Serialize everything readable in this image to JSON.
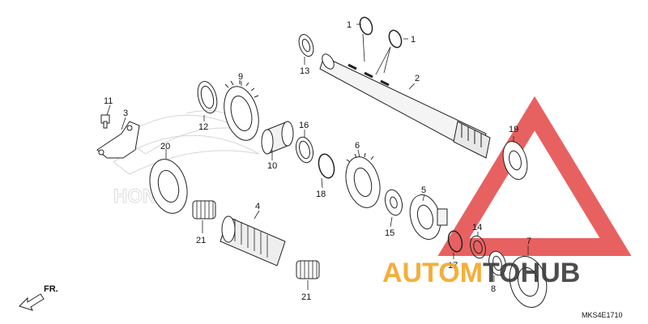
{
  "diagram": {
    "part_labels": [
      {
        "id": "p1a",
        "text": "1"
      },
      {
        "id": "p1b",
        "text": "1"
      },
      {
        "id": "p2",
        "text": "2"
      },
      {
        "id": "p3",
        "text": "3"
      },
      {
        "id": "p4",
        "text": "4"
      },
      {
        "id": "p5",
        "text": "5"
      },
      {
        "id": "p6",
        "text": "6"
      },
      {
        "id": "p7",
        "text": "7"
      },
      {
        "id": "p8",
        "text": "8"
      },
      {
        "id": "p9",
        "text": "9"
      },
      {
        "id": "p10",
        "text": "10"
      },
      {
        "id": "p11",
        "text": "11"
      },
      {
        "id": "p12",
        "text": "12"
      },
      {
        "id": "p13",
        "text": "13"
      },
      {
        "id": "p14",
        "text": "14"
      },
      {
        "id": "p15",
        "text": "15"
      },
      {
        "id": "p16",
        "text": "16"
      },
      {
        "id": "p17",
        "text": "17"
      },
      {
        "id": "p18",
        "text": "18"
      },
      {
        "id": "p19",
        "text": "19"
      },
      {
        "id": "p20",
        "text": "20"
      },
      {
        "id": "p21a",
        "text": "21"
      },
      {
        "id": "p21b",
        "text": "21"
      }
    ],
    "front_marker": "FR.",
    "diagram_code": "MKS4E1710",
    "background_logo_text": "HONDA"
  },
  "watermark": {
    "text_part1": "AUTOM",
    "text_part2": "TO",
    "text_part3": "HUB",
    "color_primary": "#f5a623",
    "color_secondary": "#3a3a3a",
    "triangle_color": "#e23a3a"
  }
}
